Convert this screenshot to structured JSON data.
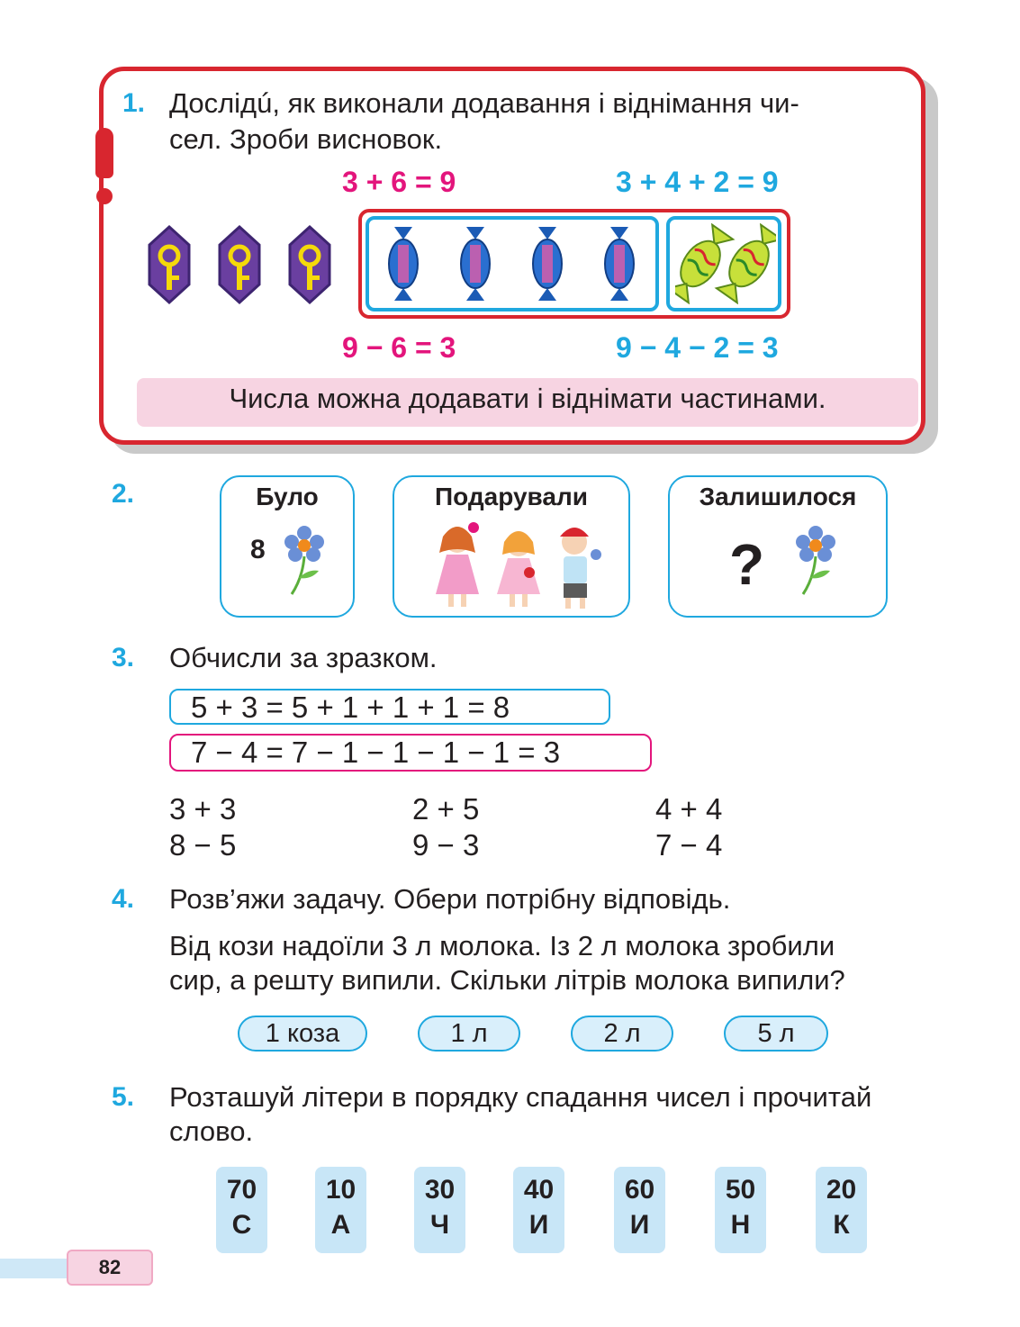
{
  "page_number": "82",
  "task1": {
    "number": "1.",
    "text_line1": "Дослідú, як виконали додавання і віднімання чи-",
    "text_line2": "сел. Зроби висновок.",
    "eq_add_pink": "3 + 6 = 9",
    "eq_add_blue": "3 + 4 + 2 = 9",
    "eq_sub_pink": "9 − 6 = 3",
    "eq_sub_blue": "9 − 4 − 2 = 3",
    "conclusion": "Числа можна додавати і віднімати частинами.",
    "colors": {
      "frame": "#d8262f",
      "pink": "#e3157c",
      "blue": "#1fa8df",
      "conclusion_bg": "#f7d4e2"
    },
    "candies": {
      "purple_key": 3,
      "blue": 4,
      "green": 2
    }
  },
  "task2": {
    "number": "2.",
    "panels": [
      {
        "title": "Було",
        "value": "8"
      },
      {
        "title": "Подарували"
      },
      {
        "title": "Залишилося",
        "value": "?"
      }
    ]
  },
  "task3": {
    "number": "3.",
    "instruction": "Обчисли за зразком.",
    "example_add": "5 + 3 = 5 + 1 + 1 + 1 = 8",
    "example_sub": "7 − 4 = 7 − 1 − 1 − 1 − 1 = 3",
    "exercises": [
      [
        "3 + 3",
        "2 + 5",
        "4 + 4"
      ],
      [
        "8 − 5",
        "9 − 3",
        "7 − 4"
      ]
    ]
  },
  "task4": {
    "number": "4.",
    "instruction": "Розв’яжи задачу. Обери потрібну відповідь.",
    "problem_line1": "Від кози надоїли 3 л молока. Із 2 л молока зробили",
    "problem_line2": "сир, а решту випили. Скільки літрів молока випили?",
    "answers": [
      "1 коза",
      "1 л",
      "2 л",
      "5 л"
    ]
  },
  "task5": {
    "number": "5.",
    "instruction_line1": "Розташуй літери в порядку спадання чисел і прочитай",
    "instruction_line2": "слово.",
    "cards": [
      {
        "number": "70",
        "letter": "С"
      },
      {
        "number": "10",
        "letter": "А"
      },
      {
        "number": "30",
        "letter": "Ч"
      },
      {
        "number": "40",
        "letter": "И"
      },
      {
        "number": "60",
        "letter": "И"
      },
      {
        "number": "50",
        "letter": "Н"
      },
      {
        "number": "20",
        "letter": "К"
      }
    ]
  }
}
